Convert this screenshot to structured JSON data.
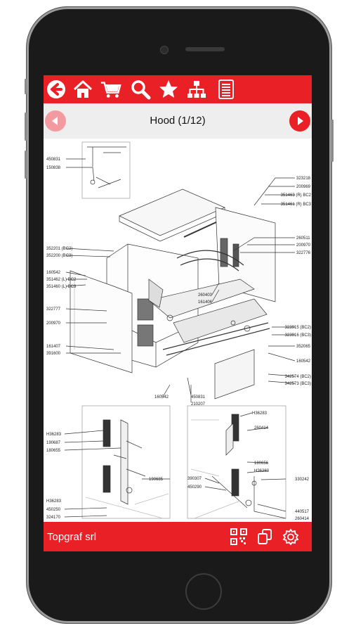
{
  "app": {
    "toolbar": {
      "icons": [
        "back-icon",
        "home-icon",
        "cart-icon",
        "search-icon",
        "star-icon",
        "hierarchy-icon",
        "list-icon"
      ]
    },
    "page_title": "Hood (1/12)",
    "company": "Topgraf srl",
    "bottom_icons": [
      "qr-code-icon",
      "copy-icon",
      "settings-icon"
    ],
    "colors": {
      "accent": "#ea2027",
      "accent_light": "#f39aa0",
      "title_bar": "#eeeeee"
    }
  },
  "drawing": {
    "part_labels": {
      "p450831a": "450831",
      "p150838": "150838",
      "p323218": "323218",
      "p200969": "200969",
      "p351463": "351463 (R) BC2",
      "p351461": "351461 (R) BC3",
      "p260511": "260511",
      "p200970a": "200970",
      "p322776": "322776",
      "p352201": "352201 (BC2)",
      "p352200": "352200 (BC3)",
      "p160542a": "160542",
      "p351462": "351462 (L) BC2",
      "p351460": "351460 (L) BC3",
      "p260403": "260403",
      "p161406": "161406",
      "p322777": "322777",
      "p200970b": "200970",
      "p161407": "161407",
      "p391600": "391600",
      "p323915": "323915 (BC2)",
      "p323916": "323916 (BC3)",
      "p352065": "352065",
      "p160542b": "160542",
      "p342574": "342574 (BC2)",
      "p342573": "342573 (BC3)",
      "p160542c": "160542",
      "p450831b": "450831",
      "p210207": "210207",
      "pH36283a": "H36283",
      "p190687": "190687",
      "p180655": "180655",
      "p190685": "190685",
      "pH36283b": "H36283",
      "p450250": "450250",
      "p324170": "324170",
      "pH36283c": "H36283",
      "p260414": "260414",
      "p180656": "180656",
      "pH36283d": "H36283",
      "p390307": "390307",
      "p450290": "450290",
      "p330242": "330242",
      "p440517": "440517",
      "p260414b": "260414"
    }
  }
}
